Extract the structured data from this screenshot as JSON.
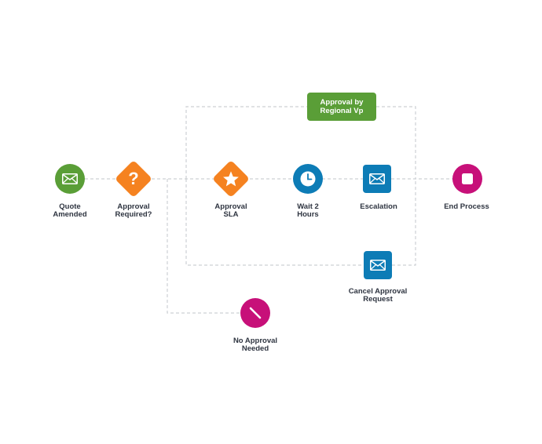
{
  "colors": {
    "green": "#5a9e37",
    "orange": "#f58220",
    "blue": "#0d7cb6",
    "magenta": "#c71079",
    "dash": "#c9ccd1"
  },
  "nodes": {
    "quote_amended": {
      "label": "Quote\nAmended",
      "icon": "envelope-icon"
    },
    "approval_required": {
      "label": "Approval\nRequired?",
      "icon": "question-mark-icon"
    },
    "approval_sla": {
      "label": "Approval\nSLA",
      "icon": "star-icon"
    },
    "wait_2_hours": {
      "label": "Wait 2\nHours",
      "icon": "clock-icon"
    },
    "escalation": {
      "label": "Escalation",
      "icon": "envelope-icon"
    },
    "end_process": {
      "label": "End Process",
      "icon": "stop-icon"
    },
    "cancel_approval_request": {
      "label": "Cancel Approval\nRequest",
      "icon": "envelope-icon"
    },
    "no_approval_needed": {
      "label": "No Approval\nNeeded",
      "icon": "slash-icon"
    },
    "approval_by_regional_vp": {
      "label": "Approval by\nRegional Vp"
    }
  }
}
